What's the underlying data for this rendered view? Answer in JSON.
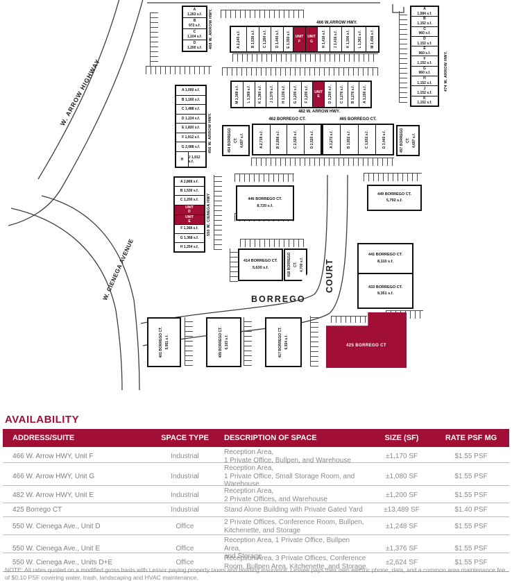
{
  "colors": {
    "maroon": "#A00D35",
    "line": "#3c3c3c"
  },
  "map": {
    "streets": {
      "arrow": "W. ARROW HIGHWAY",
      "cienega": "W. CIENEGA AVENUE",
      "borrego": "BORREGO",
      "court": "COURT"
    },
    "b468": {
      "label": "468 W. ARROW HWY.",
      "units": [
        "A\n1,263 s.f.",
        "B\n972 s.f.",
        "C\n1,104 s.f.",
        "D\n1,200 s.f."
      ]
    },
    "b466": {
      "label": "466 W.ARROW HWY.",
      "units": [
        "A 2,240 s.f.",
        "B 1,536 s.f.",
        "C 1,280 s.f.",
        "D 1,440 s.f.",
        "E 1,350 s.f.",
        "UNIT\nF",
        "UNIT\nG",
        "H 1,416 s.f.",
        "J 1,416 s.f.",
        "K 1,306 s.f.",
        "L 1,361 s.f.",
        "M 1,456 s.f."
      ]
    },
    "b474": {
      "label": "474 W. ARROW HWY.",
      "units": [
        "A\n1,584 s.f.",
        "B\n1,152 s.f.",
        "C\n960 s.f.",
        "D\n1,152 s.f.",
        "E\n960 s.f.",
        "F\n1,152 s.f.",
        "G\n960 s.f.",
        "H\n1,152 s.f.",
        "J\n1,152 s.f.",
        "K\n1,152 s.f."
      ]
    },
    "b456": {
      "label": "456 W. ARROW HWY.",
      "units": [
        "A 1,000 s.f.",
        "B 1,160 s.f.",
        "C 1,488 s.f.",
        "D 1,224 s.f.",
        "E 1,820 s.f.",
        "F 1,912 s.f.",
        "G 2,088 s.f."
      ],
      "h": "H",
      "j": "J 1,912 s.f."
    },
    "b482": {
      "label": "482 W. ARROW HWY.",
      "units": [
        "M 1,369 s.f.",
        "L 1,369 s.f.",
        "K 1,360 s.f.",
        "J 1,370 s.f.",
        "H 1,139 s.f.",
        "G 1,200 s.f.",
        "F 1,200 s.f.",
        "UNIT\nE",
        "D 1,200 s.f.",
        "C 1,276 s.f.",
        "B 1,276 s.f.",
        "A 1,156 s.f."
      ]
    },
    "b454": {
      "label": "454 BORREGO CT.\n4,697 s.f."
    },
    "b462": {
      "label": "462 BORREGO CT.",
      "units": [
        "A 2,718 s.f.",
        "B 2,856 s.f.",
        "C 2,520 s.f.",
        "D 2,520 s.f."
      ]
    },
    "b465": {
      "label": "465 BORREGO CT.",
      "units": [
        "A 3,272 s.f.",
        "B 1,932 s.f.",
        "C 1,932 s.f.",
        "D 3,440 s.f."
      ]
    },
    "b457": {
      "label": "457 BORREGO CT.\n4,697 s.f."
    },
    "b550": {
      "label": "550 W. CIENEGA HWY",
      "units": [
        "A 2,868 s.f.",
        "B 1,530 s.f.",
        "C 1,200 s.f.",
        "UNIT\nD",
        "UNIT\nE",
        "F 1,368 s.f.",
        "G 1,368 s.f.",
        "H 1,254 s.f."
      ]
    },
    "b446": {
      "label": "446 BORREGO CT.\n8,720 s.f."
    },
    "b449": {
      "label": "449 BORREGO CT.\n5,792 s.f."
    },
    "b414": {
      "label": "414 BORREGO CT.\n5,630 s.f."
    },
    "b418": {
      "label": "418 BORREGO CT.\n4,700 s.f."
    },
    "b441": {
      "label": "441 BORREGO CT.\n8,110 s.f."
    },
    "b433": {
      "label": "433 BORREGO CT.\n9,351 s.f."
    },
    "b401": {
      "label": "401 BORREGO CT.\n5,951 s.f."
    },
    "b409": {
      "label": "409 BORREGO CT.\n6,103 s.f."
    },
    "b417": {
      "label": "417 BORREGO CT.\n6,554 s.f."
    },
    "b425": {
      "label": "425 BORREGO CT"
    }
  },
  "availability": {
    "title": "AVAILABILITY",
    "headers": [
      "ADDRESS/SUITE",
      "SPACE TYPE",
      "DESCRIPTION OF SPACE",
      "SIZE (SF)",
      "RATE PSF MG"
    ],
    "rows": [
      {
        "address": "466 W. Arrow HWY, Unit F",
        "type": "Industrial",
        "description": "Reception Area,\n1 Private Office, Bullpen, and Warehouse",
        "size": "±1,170 SF",
        "rate": "$1.55 PSF"
      },
      {
        "address": "466 W. Arrow HWY, Unit G",
        "type": "Industrial",
        "description": "Reception Area,\n1 Private Office, Small Storage Room, and\nWarehouse",
        "size": "±1,080 SF",
        "rate": "$1.55 PSF"
      },
      {
        "address": "482 W. Arrow HWY, Unit E",
        "type": "Industrial",
        "description": "Reception Area,\n2 Private Offices, and Warehouse",
        "size": "±1,200 SF",
        "rate": "$1.55 PSF"
      },
      {
        "address": "425 Borrego CT",
        "type": "Industrial",
        "description": "Stand Alone Building with Private Gated Yard",
        "size": "±13,489 SF",
        "rate": "$1.40 PSF"
      },
      {
        "address": "550 W. Cienega Ave.,  Unit D",
        "type": "Office",
        "description": "2 Private Offices, Conference Room, Bullpen,\nKitchenette, and Storage",
        "size": "±1,248 SF",
        "rate": "$1.55 PSF"
      },
      {
        "address": "550 W. Cienega Ave., Unit E",
        "type": "Office",
        "description": "Reception Area, 1 Private Office, Bullpen Area,\nand Storage",
        "size": "±1,376 SF",
        "rate": "$1.55 PSF"
      },
      {
        "address": "550 W. Cienega Ave., Units D+E",
        "type": "Office",
        "description": "Reception Area, 3 Private Offices, Conference\nRoom, Bullpen Area, Kitchenette, and Storage",
        "size": "±2,624 SF",
        "rate": "$1.55 PSF"
      }
    ]
  },
  "note": "NOTE: All rates quoted on a modified gross basis with Lessor paying property taxes and building insurance. Lessee pays their own electric phone, data, and a common area maintenance fee of $0.10 PSF covering water, trash, landscaping and HVAC maintenance."
}
